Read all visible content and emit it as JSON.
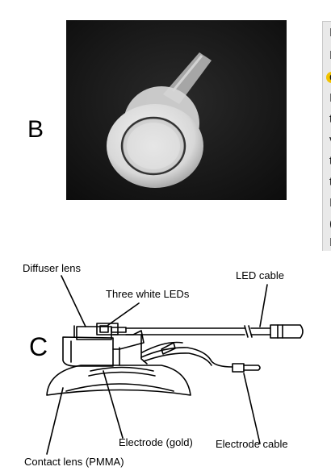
{
  "panels": {
    "b_letter": "B",
    "c_letter": "C"
  },
  "labels": {
    "diffuser_lens": "Diffuser lens",
    "three_white_leds": "Three white LEDs",
    "led_cable": "LED cable",
    "electrode_gold": "Electrode (gold)",
    "electrode_cable": "Electrode cable",
    "contact_lens": "Contact lens (PMMA)"
  },
  "sidebar_lines": [
    "I",
    "I",
    "c",
    "I",
    "t",
    "v",
    "t",
    "t",
    "I",
    "(",
    "I"
  ],
  "colors": {
    "photo_bg": "#1a1a1a",
    "sidebar_bg": "#e9e9e9",
    "highlight": "#f2c300"
  }
}
